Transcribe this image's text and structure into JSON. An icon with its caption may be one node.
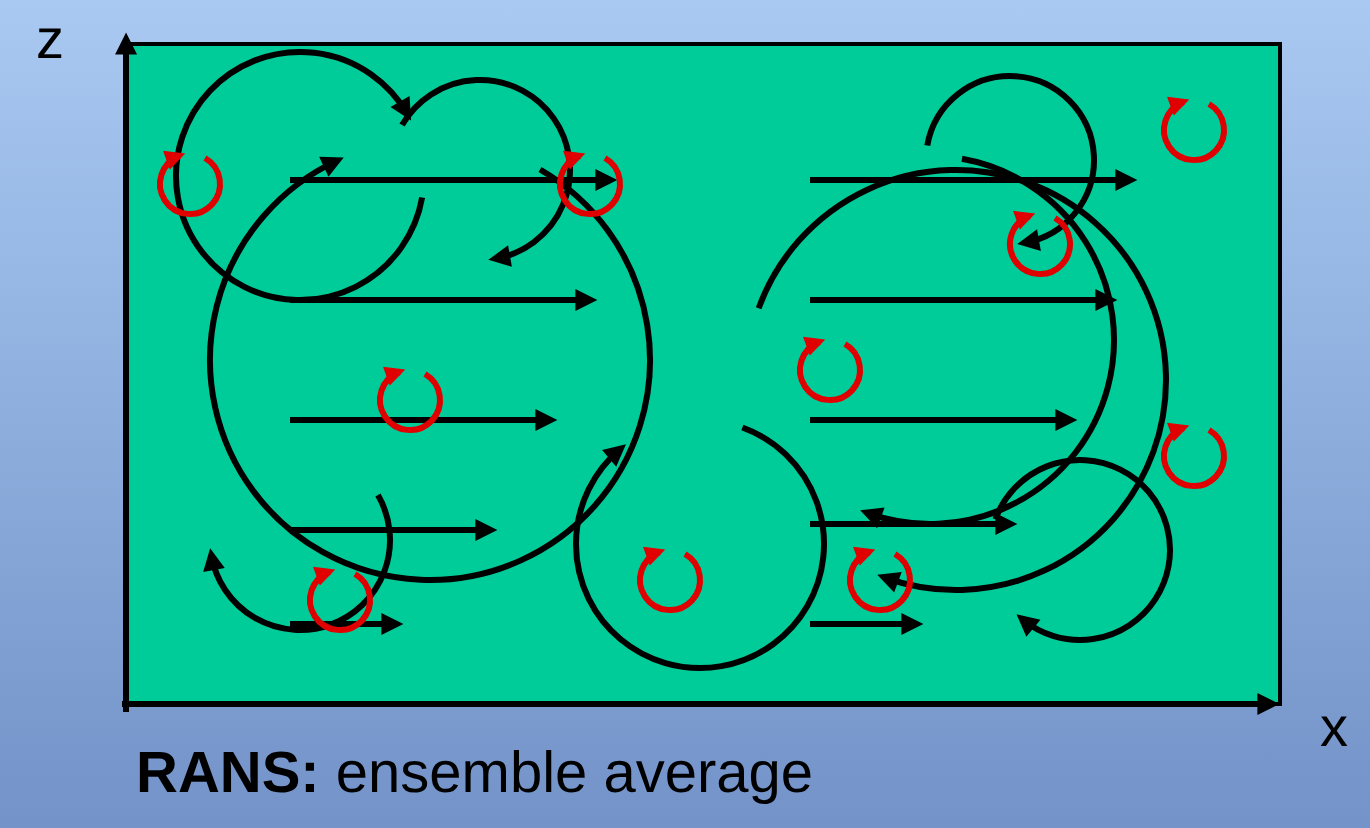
{
  "diagram": {
    "caption": "**RANS:** ensemble average",
    "labels": [
      "z",
      "x"
    ]
  }
}
